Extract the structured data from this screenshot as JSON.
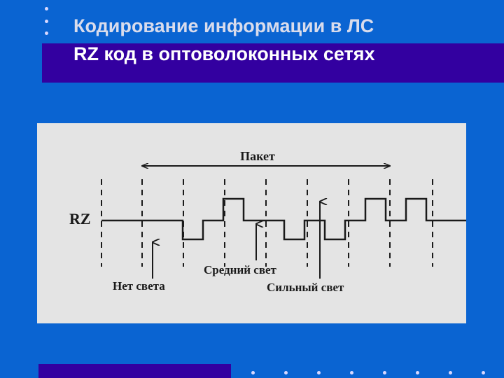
{
  "slide": {
    "title_line1": "Кодирование информации в ЛС",
    "title_line2": "RZ код в оптоволоконных сетях"
  },
  "figure": {
    "signal_label": "RZ",
    "packet_label": "Пакет",
    "no_light_label": "Нет света",
    "medium_light_label": "Средний свет",
    "strong_light_label": "Сильный свет",
    "signal_levels": [
      "medium",
      "medium",
      "low",
      "medium",
      "high",
      "medium",
      "medium",
      "low",
      "medium",
      "low",
      "medium",
      "high",
      "medium",
      "high",
      "medium",
      "medium",
      "medium"
    ]
  },
  "colors": {
    "background": "#0a64d2",
    "title_band": "#3300a0",
    "figure_background": "#e4e4e4",
    "line": "#1a1a1a"
  }
}
